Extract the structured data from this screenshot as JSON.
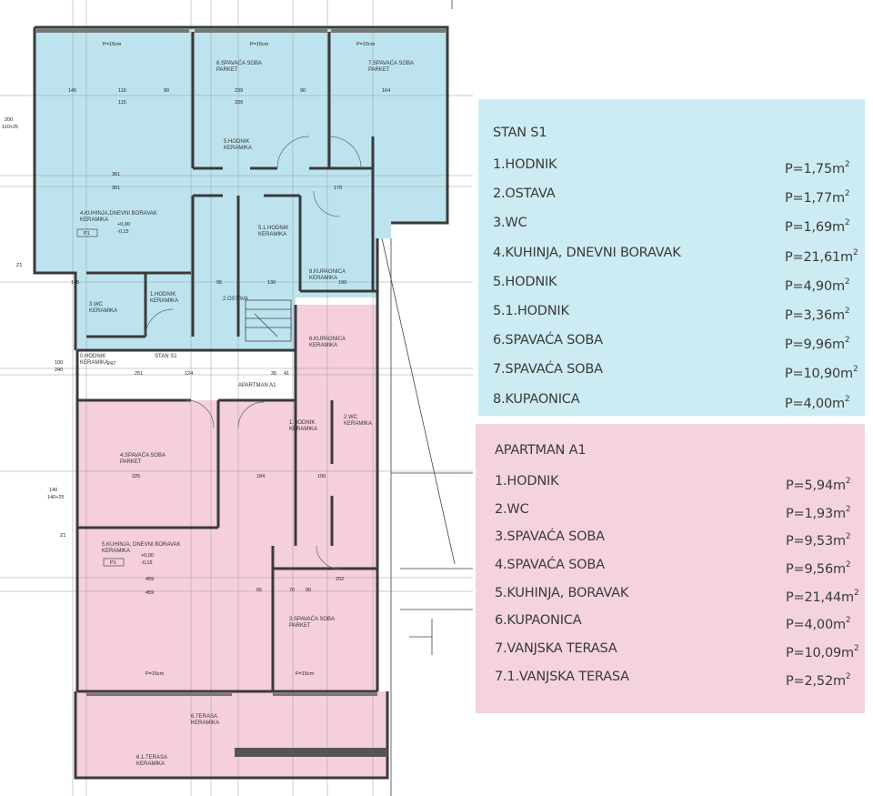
{
  "plan": {
    "rooms_s1": [
      {
        "key": "s1-room-6",
        "lines": [
          "6.SPAVAĆA SOBA",
          "PARKET"
        ]
      },
      {
        "key": "s1-room-7",
        "lines": [
          "7.SPAVAĆA SOBA",
          "PARKET"
        ]
      },
      {
        "key": "s1-room-5",
        "lines": [
          "5.HODNIK",
          "KERAMIKA"
        ]
      },
      {
        "key": "s1-room-4",
        "lines": [
          "4.KUHINJA,DNEVNI BORAVAK",
          "KERAMIKA"
        ]
      },
      {
        "key": "s1-room-51",
        "lines": [
          "5.1.HODNIK",
          "KERAMIKA"
        ]
      },
      {
        "key": "s1-room-8",
        "lines": [
          "8.KUPAONICA",
          "KERAMIKA"
        ]
      },
      {
        "key": "s1-room-3",
        "lines": [
          "3.WC",
          "KERAMIKA"
        ]
      },
      {
        "key": "s1-room-1",
        "lines": [
          "1.HODNIK",
          "KERAMIKA"
        ]
      },
      {
        "key": "s1-room-2",
        "lines": [
          "2.OSTAVA"
        ]
      },
      {
        "key": "s1-room-0",
        "lines": [
          "0.HODNIK",
          "KERAMIKA"
        ]
      }
    ],
    "rooms_a1": [
      {
        "key": "a1-room-6",
        "lines": [
          "6.KUPAONICA",
          "KERAMIKA"
        ]
      },
      {
        "key": "a1-room-1",
        "lines": [
          "1.HODNIK",
          "KERAMIKA"
        ]
      },
      {
        "key": "a1-room-2",
        "lines": [
          "2.WC",
          "KERAMIKA"
        ]
      },
      {
        "key": "a1-room-4",
        "lines": [
          "4.SPAVAĆA SOBA",
          "PARKET"
        ]
      },
      {
        "key": "a1-room-5",
        "lines": [
          "5.KUHINJA, DNEVNI BORAVAK",
          "KERAMIKA"
        ]
      },
      {
        "key": "a1-room-3",
        "lines": [
          "3.SPAVAĆA SOBA",
          "PARKET"
        ]
      },
      {
        "key": "a1-room-terasa",
        "lines": [
          "6.TERASA",
          "KERAMIKA"
        ]
      },
      {
        "key": "a1-room-terasa1",
        "lines": [
          "6.1.TERASA",
          "KERAMIKA"
        ]
      }
    ],
    "labels": {
      "stan_s1": "STAN S1",
      "apartman_a1": "APARTMAN A1",
      "window_p15": "P=15cm",
      "level_s1": [
        "+0,00",
        "-0,15"
      ],
      "level_a1": [
        "+0,00",
        "-0,15"
      ],
      "p1": "P1",
      "z1": "Z1",
      "dim_200": "200",
      "dim_110_25": "110+25",
      "dim_140": "140",
      "dim_140_25": "140+25",
      "dim_100": "100",
      "dim_240": "240"
    },
    "dims": [
      "145",
      "116",
      "90",
      "115",
      "239",
      "339",
      "90",
      "164",
      "361",
      "361",
      "170",
      "130",
      "190",
      "95",
      "145",
      "247",
      "251",
      "124",
      "325",
      "184",
      "459",
      "459",
      "202",
      "100",
      "70",
      "90",
      "65",
      "30",
      "41"
    ]
  },
  "legend_s1": {
    "title": "STAN S1",
    "items": [
      {
        "label": "1.HODNIK",
        "area": "P=1,75m"
      },
      {
        "label": "2.OSTAVA",
        "area": "P=1,77m"
      },
      {
        "label": "3.WC",
        "area": "P=1,69m"
      },
      {
        "label": "4.KUHINJA, DNEVNI BORAVAK",
        "area": "P=21,61m"
      },
      {
        "label": "5.HODNIK",
        "area": "P=4,90m"
      },
      {
        "label": "5.1.HODNIK",
        "area": "P=3,36m"
      },
      {
        "label": "6.SPAVAĆA SOBA",
        "area": "P=9,96m"
      },
      {
        "label": "7.SPAVAĆA SOBA",
        "area": "P=10,90m"
      },
      {
        "label": "8.KUPAONICA",
        "area": "P=4,00m"
      }
    ]
  },
  "legend_a1": {
    "title": "APARTMAN A1",
    "items": [
      {
        "label": "1.HODNIK",
        "area": "P=5,94m"
      },
      {
        "label": "2.WC",
        "area": "P=1,93m"
      },
      {
        "label": "3.SPAVAĆA SOBA",
        "area": "P=9,53m"
      },
      {
        "label": "4.SPAVAĆA SOBA",
        "area": "P=9,56m"
      },
      {
        "label": "5.KUHINJA, BORAVAK",
        "area": "P=21,44m"
      },
      {
        "label": "6.KUPAONICA",
        "area": "P=4,00m"
      },
      {
        "label": "7.VANJSKA TERASA",
        "area": "P=10,09m"
      },
      {
        "label": "7.1.VANJSKA TERASA",
        "area": "P=2,52m"
      }
    ],
    "unit_superscript": "2"
  },
  "colors": {
    "s1_fill": "#bde4ee",
    "a1_fill": "#f5cfdc",
    "legend_s1_bg": "#cdebf2",
    "legend_a1_bg": "#f5d3dd",
    "wall": "#3a3a3a"
  }
}
